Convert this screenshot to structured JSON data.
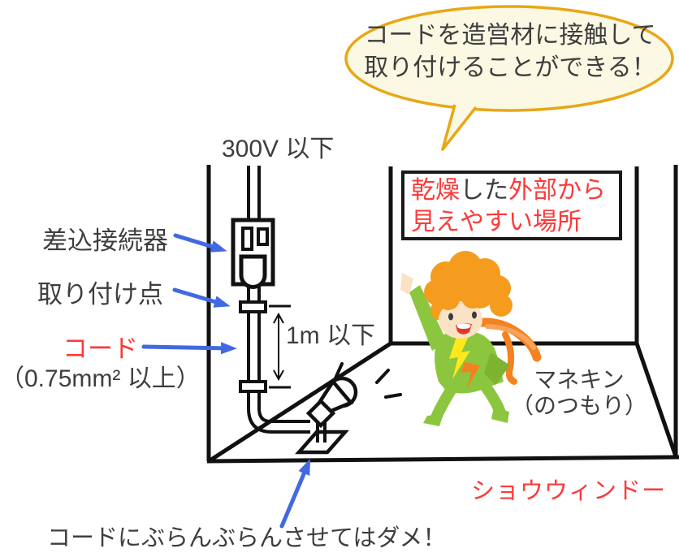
{
  "speech_bubble": {
    "line1": "コードを造営材に接触して",
    "line2": "取り付けることができる！"
  },
  "labels": {
    "voltage_limit": "300V 以下",
    "plug_connector": "差込接続器",
    "attachment_point": "取り付け点",
    "cord": "コード",
    "cord_spec": "（0.75mm² 以上）",
    "spacing_limit": "1m 以下",
    "mannequin_line1": "マネキン",
    "mannequin_line2": "（のつもり）",
    "show_window": "ショウウィンドー",
    "warning": "コードにぶらんぶらんさせてはダメ！"
  },
  "location_note": {
    "seg1_red": "乾燥",
    "seg2_dark": "した",
    "seg3_red": "外部から",
    "line2_red": "見えやすい場所"
  },
  "colors": {
    "line_black": "#111111",
    "text_dark": "#3e3e3e",
    "highlight_red": "#fb3a3a",
    "arrow_blue": "#4169e1",
    "bubble_border": "#e8a715",
    "bubble_fill": "#fbf8e3",
    "mannequin_green": "#8cc63e",
    "mannequin_hair_orange": "#f59c1e",
    "scarf_orange": "#f58220",
    "skin": "#fbe2c5"
  }
}
